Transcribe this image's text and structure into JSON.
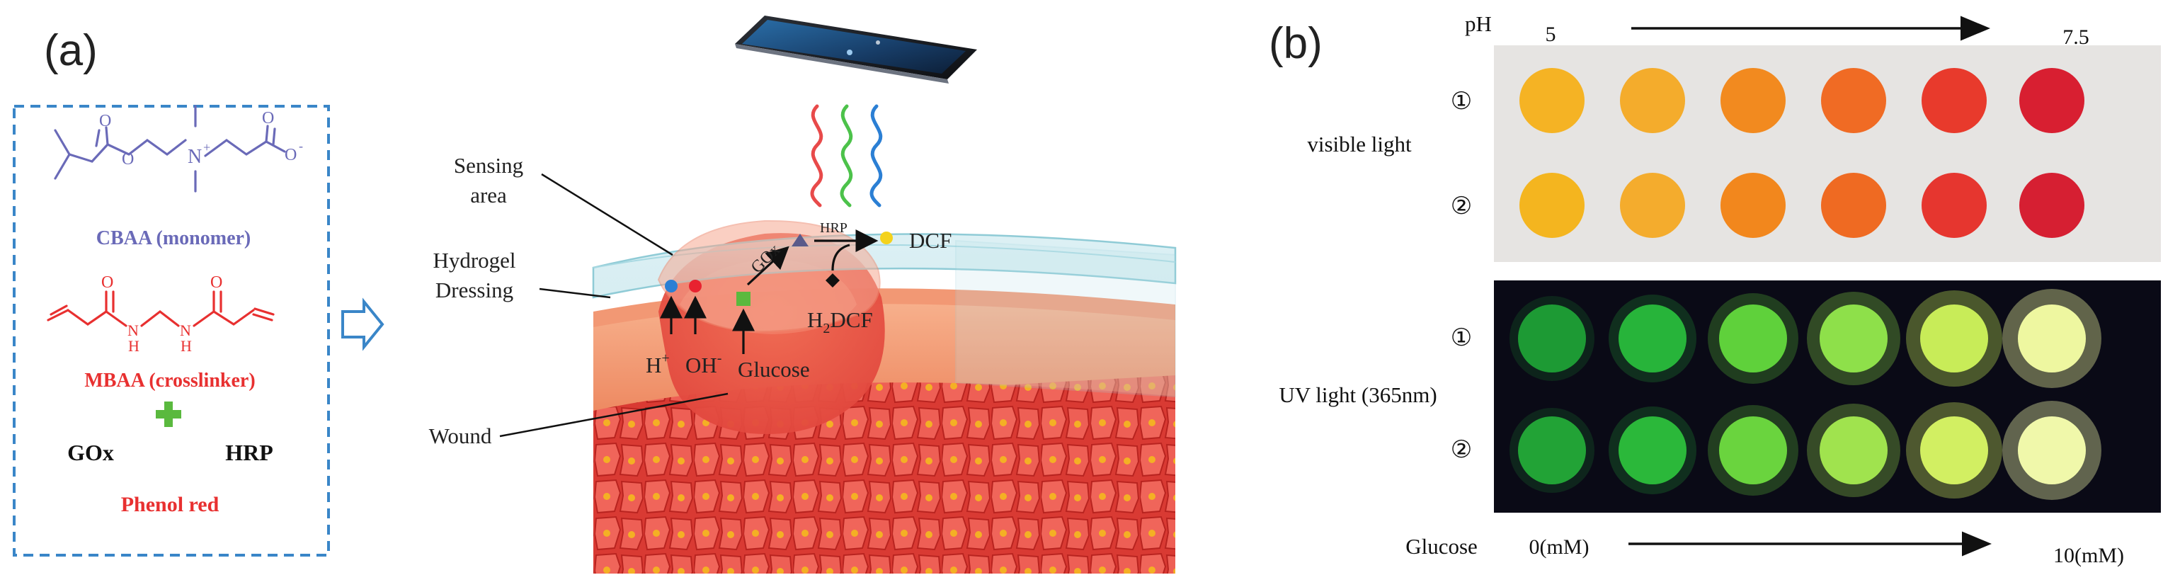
{
  "panel_a": {
    "label": "(a)",
    "compounds": {
      "cbaa": "CBAA (monomer)",
      "mbaa": "MBAA (crosslinker)",
      "gox": "GOx",
      "hrp": "HRP",
      "phenol_red": "Phenol red"
    },
    "diagram": {
      "sensing_area": [
        "Sensing",
        "area"
      ],
      "hydrogel_dressing": [
        "Hydrogel",
        "Dressing"
      ],
      "wound": "Wound",
      "gox": "GOx",
      "hrp": "HRP",
      "dcf": "DCF",
      "h2dcf": {
        "h": "H",
        "sub": "2",
        "rest": "DCF"
      },
      "h_plus": {
        "base": "H",
        "sup": "+"
      },
      "oh_minus": {
        "base": "OH",
        "sup": "-"
      },
      "glucose": "Glucose"
    },
    "colors": {
      "dash": "#3a86c8",
      "cbaa": "#6a6ab8",
      "mbaa": "#e83030",
      "plus": "#5ab93e"
    }
  },
  "panel_b": {
    "label": "(b)",
    "ph_label": "pH",
    "ph_start": "5",
    "ph_end": "7.5",
    "row_markers": [
      "①",
      "②"
    ],
    "visible_light": "visible light",
    "uv_light": "UV light (365nm)",
    "glucose_label": "Glucose",
    "glucose_start": "0(mM)",
    "glucose_end": "10(mM)",
    "visible_colors": [
      [
        "#f5b324",
        "#f4ac2c",
        "#f28a1f",
        "#f06b24",
        "#e83a2c",
        "#d81f31"
      ],
      [
        "#f4b51f",
        "#f4ac2d",
        "#f2871d",
        "#ef6a22",
        "#e6362f",
        "#d61f32"
      ]
    ],
    "uv_colors": [
      [
        "#1d9a34",
        "#27b43a",
        "#5fd13b",
        "#8ee04a",
        "#c8ec58",
        "#eef7a0"
      ],
      [
        "#22a336",
        "#2bb83a",
        "#6ad43e",
        "#a0e34e",
        "#d2ef62",
        "#f0f8aa"
      ]
    ]
  }
}
